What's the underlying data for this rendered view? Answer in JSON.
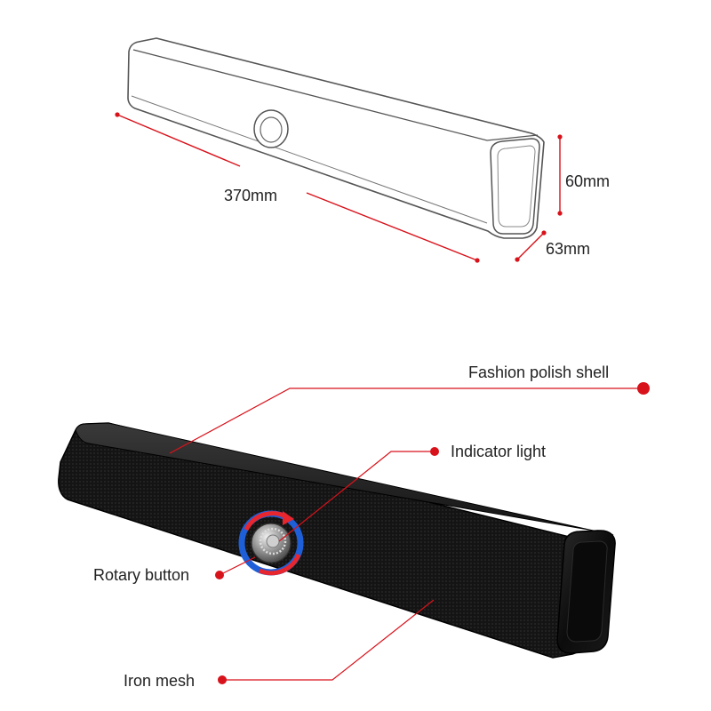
{
  "dimensions": {
    "length": "370mm",
    "height": "60mm",
    "depth": "63mm"
  },
  "callouts": {
    "shell": "Fashion polish shell",
    "indicator": "Indicator light",
    "rotary": "Rotary button",
    "mesh": "Iron mesh"
  },
  "colors": {
    "accent": "#d8121b",
    "outline": "#555555",
    "body": "#111111",
    "ring": "#1e5fd8"
  }
}
